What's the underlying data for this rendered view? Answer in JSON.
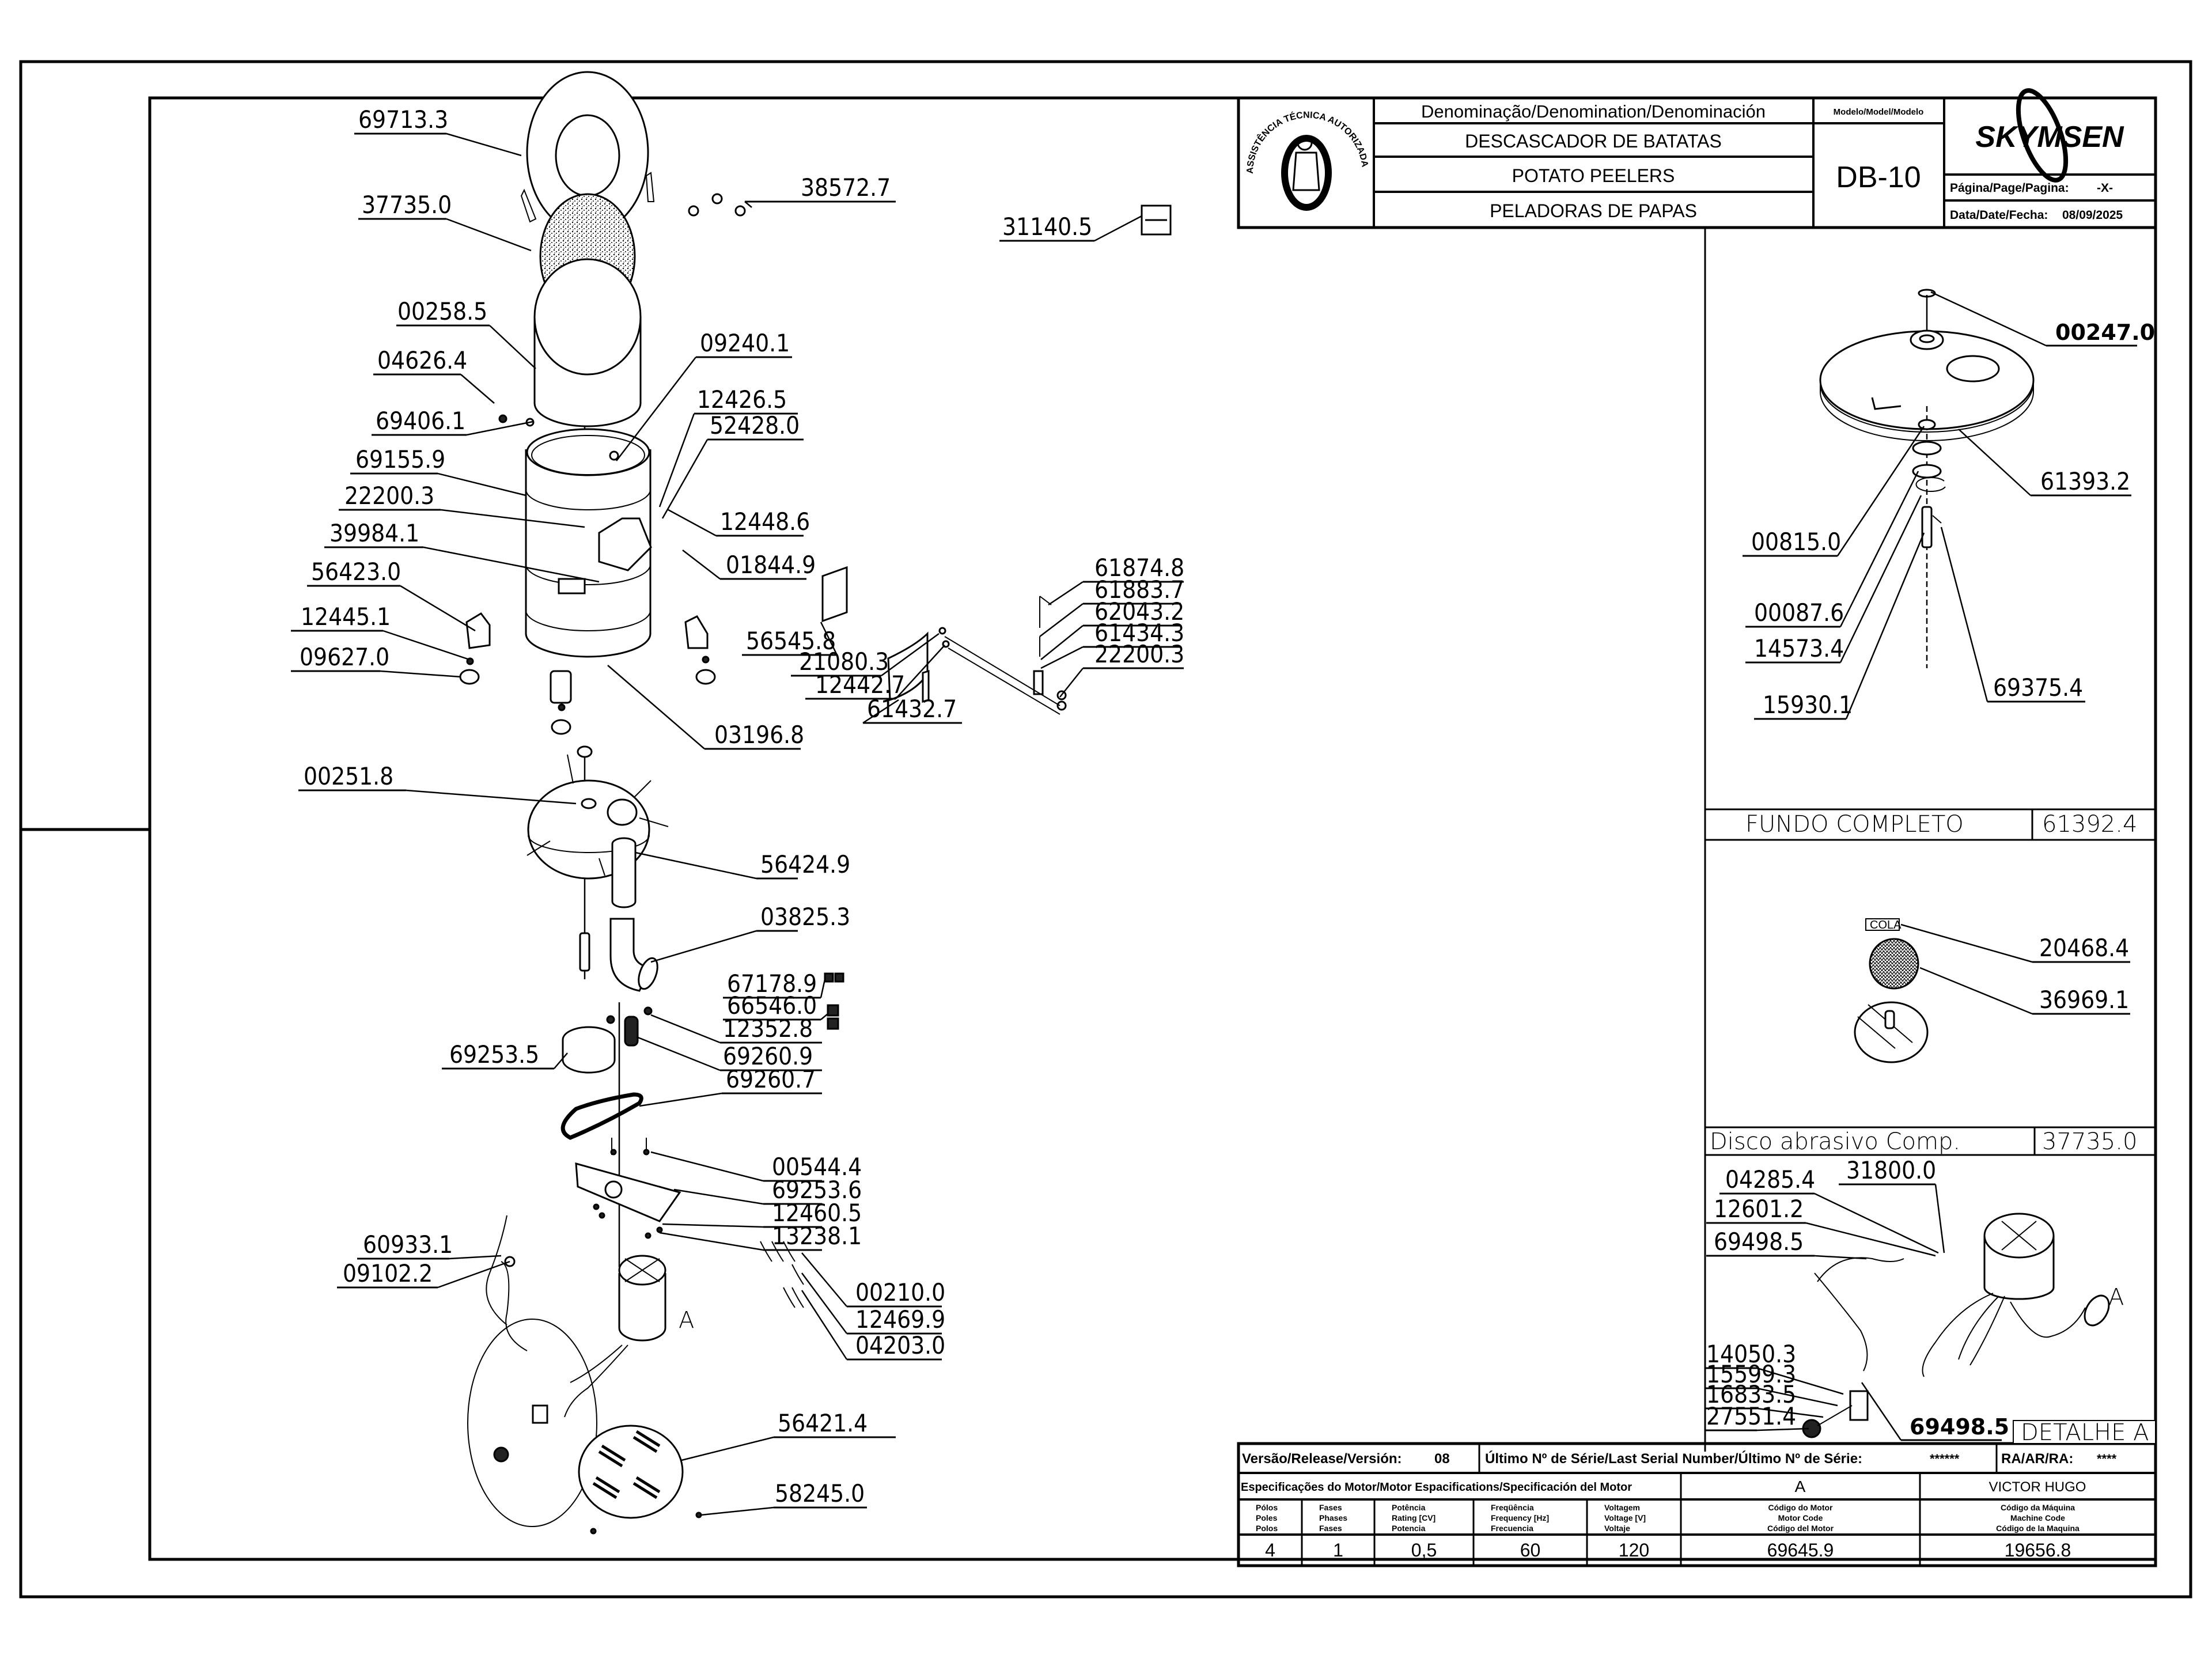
{
  "title_block": {
    "denomination_header": "Denominação/Denomination/Denominación",
    "model_header": "Modelo/Model/Modelo",
    "name_pt": "DESCASCADOR DE BATATAS",
    "name_en": "POTATO PEELERS",
    "name_es": "PELADORAS DE PAPAS",
    "model": "DB-10",
    "brand": "SKYMSEN",
    "page_label": "Página/Page/Pagina:",
    "page_value": "-X-",
    "date_label": "Data/Date/Fecha:",
    "date_value": "08/09/2025",
    "seal_text": "ASSISTÊNCIA TÉCNICA AUTORIZADA"
  },
  "footer": {
    "version_label": "Versão/Release/Versión:",
    "version_value": "08",
    "serial_label": "Último Nº de Série/Last Serial Number/Último Nº de Série:",
    "serial_value": "******",
    "ra_label": "RA/AR/RA:",
    "ra_value": "****",
    "motor_spec_label": "Especificações do Motor/Motor Espacifications/Specificación del Motor",
    "revision_letter": "A",
    "author": "VICTOR HUGO",
    "spec_headers": [
      [
        "Pólos",
        "Poles",
        "Polos"
      ],
      [
        "Fases",
        "Phases",
        "Fases"
      ],
      [
        "Potência",
        "Rating [CV]",
        "Potencia"
      ],
      [
        "Freqüência",
        "Frequency [Hz]",
        "Frecuencia"
      ],
      [
        "Voltagem",
        "Voltage [V]",
        "Voltaje"
      ],
      [
        "Código do Motor",
        "Motor Code",
        "Código del Motor"
      ],
      [
        "Código da Máquina",
        "Machine Code",
        "Código de la Maquina"
      ]
    ],
    "spec_values": [
      "4",
      "1",
      "0,5",
      "60",
      "120",
      "69645.9",
      "19656.8"
    ]
  },
  "main_parts": [
    "69713.3",
    "37735.0",
    "38572.7",
    "31140.5",
    "00258.5",
    "04626.4",
    "09240.1",
    "12426.5",
    "52428.0",
    "69406.1",
    "69155.9",
    "22200.3",
    "12448.6",
    "39984.1",
    "01844.9",
    "56423.0",
    "12445.1",
    "09627.0",
    "03196.8",
    "61874.8",
    "61883.7",
    "62043.2",
    "61434.3",
    "22200.3",
    "56545.8",
    "21080.3",
    "12442.7",
    "61432.7",
    "00251.8",
    "56424.9",
    "03825.3",
    "67178.9",
    "66546.0",
    "12352.8",
    "69253.5",
    "69260.9",
    "69260.7",
    "00544.4",
    "69253.6",
    "12460.5",
    "13238.1",
    "60933.1",
    "09102.2",
    "00210.0",
    "12469.9",
    "04203.0",
    "56421.4",
    "58245.0"
  ],
  "motor_detail_marker": "A",
  "sections": {
    "fundo": {
      "title": "FUNDO COMPLETO",
      "code": "61392.4",
      "parts": [
        "00247.0",
        "61393.2",
        "00815.0",
        "00087.6",
        "14573.4",
        "15930.1",
        "69375.4"
      ]
    },
    "disco": {
      "title": "Disco abrasivo Comp.",
      "code": "37735.0",
      "glue_tag": "COLA",
      "parts": [
        "20468.4",
        "36969.1"
      ]
    },
    "detalhe": {
      "title": "DETALHE A",
      "marker": "A",
      "parts": [
        "31800.0",
        "04285.4",
        "12601.2",
        "69498.5",
        "14050.3",
        "15599.3",
        "16833.5",
        "27551.4",
        "69498.5"
      ]
    }
  }
}
